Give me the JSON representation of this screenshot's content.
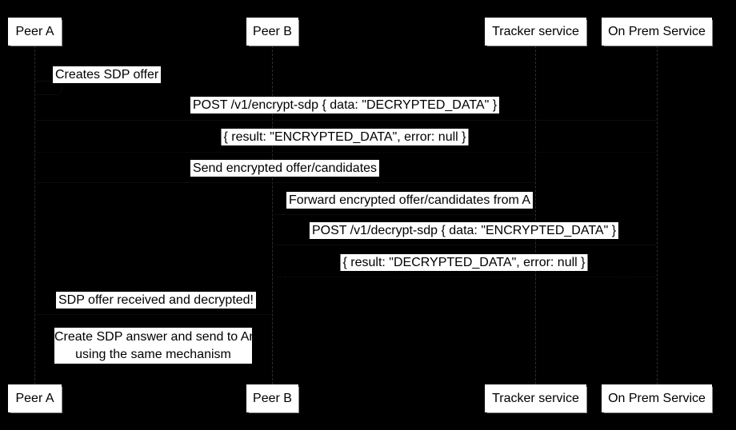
{
  "diagram": {
    "type": "sequence-diagram",
    "actors": [
      {
        "label": "Peer A"
      },
      {
        "label": "Peer B"
      },
      {
        "label": "Tracker service"
      },
      {
        "label": "On Prem Service"
      }
    ],
    "messages": [
      {
        "text": "Creates SDP offer"
      },
      {
        "text": "POST /v1/encrypt-sdp { data: \"DECRYPTED_DATA\" }"
      },
      {
        "text": "{ result: \"ENCRYPTED_DATA\", error: null }"
      },
      {
        "text": "Send encrypted offer/candidates"
      },
      {
        "text": "Forward encrypted offer/candidates from A"
      },
      {
        "text": "POST /v1/decrypt-sdp { data: \"ENCRYPTED_DATA\" }"
      },
      {
        "text": "{ result: \"DECRYPTED_DATA\", error: null }"
      },
      {
        "text": "SDP offer received and decrypted!"
      }
    ],
    "note": {
      "line1": "Create SDP answer and send to An",
      "line2": "using the same mechanism"
    },
    "colors": {
      "background": "#000000",
      "actor_fill": "#ffffff",
      "actor_text": "#000000",
      "actor_edge_shadow": "#8a8a8a",
      "label_bg": "#ffffff",
      "label_text": "#000000",
      "lifeline": "#2e2e2e"
    }
  }
}
